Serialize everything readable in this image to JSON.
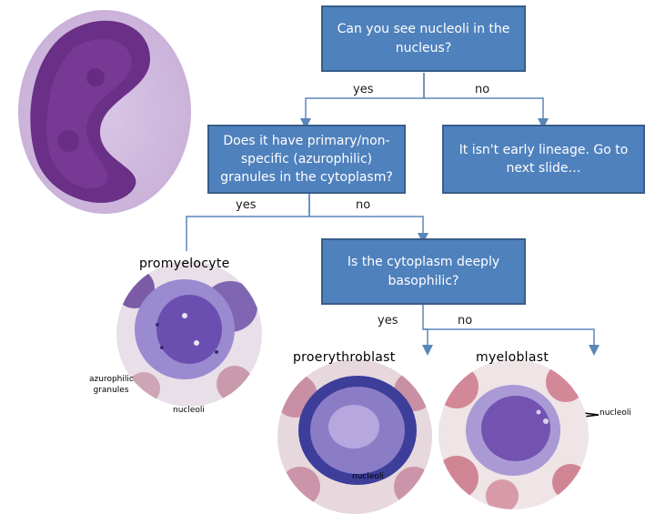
{
  "nodes": {
    "q1": "Can you see nucleoli in the nucleus?",
    "q2": "Does it have primary/non-specific (azurophilic) granules in the cytoplasm?",
    "not_early": "It isn't early lineage. Go to next slide…",
    "q3": "Is the cytoplasm deeply basophilic?"
  },
  "branches": {
    "q1_yes": "yes",
    "q1_no": "no",
    "q2_yes": "yes",
    "q2_no": "no",
    "q3_yes": "yes",
    "q3_no": "no"
  },
  "results": {
    "promyelocyte": "promyelocyte",
    "proerythroblast": "proerythroblast",
    "myeloblast": "myeloblast"
  },
  "annotations": {
    "azurophilic_granules": "azurophilic granules",
    "nucleoli_promyelocyte": "nucleoli",
    "nucleoli_proerythroblast": "nucleoli",
    "nucleoli_myeloblast": "nucleoli"
  },
  "colors": {
    "box_fill": "#4f81bd",
    "box_border": "#385d8a",
    "connector": "#5b86b8"
  }
}
